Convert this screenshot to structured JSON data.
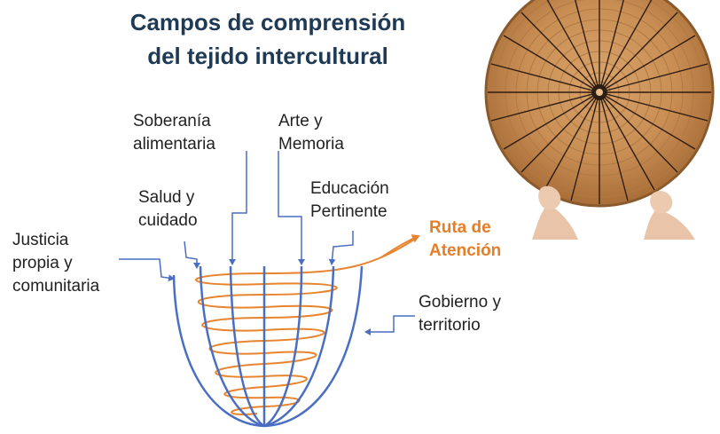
{
  "title": {
    "line1": "Campos de comprensión",
    "line2": "del tejido intercultural"
  },
  "labels": {
    "soberania": {
      "line1": "Soberanía",
      "line2": "alimentaria"
    },
    "arte": {
      "line1": "Arte y",
      "line2": "Memoria"
    },
    "educacion": {
      "line1": "Educación",
      "line2": "Pertinente"
    },
    "salud": {
      "line1": "Salud y",
      "line2": "cuidado"
    },
    "justicia": {
      "line1": "Justicia",
      "line2": "propia y",
      "line3": "comunitaria"
    },
    "ruta": {
      "line1": "Ruta de",
      "line2": "Atención"
    },
    "gobierno": {
      "line1": "Gobierno y",
      "line2": "territorio"
    }
  },
  "colors": {
    "title": "#1f3a55",
    "basket_frame": "#4a6fc2",
    "spiral": "#e8842e",
    "ruta_label": "#e57e27",
    "arrows": "#4a6fc2"
  },
  "icons": {
    "photo": "woven-basket-photo"
  }
}
